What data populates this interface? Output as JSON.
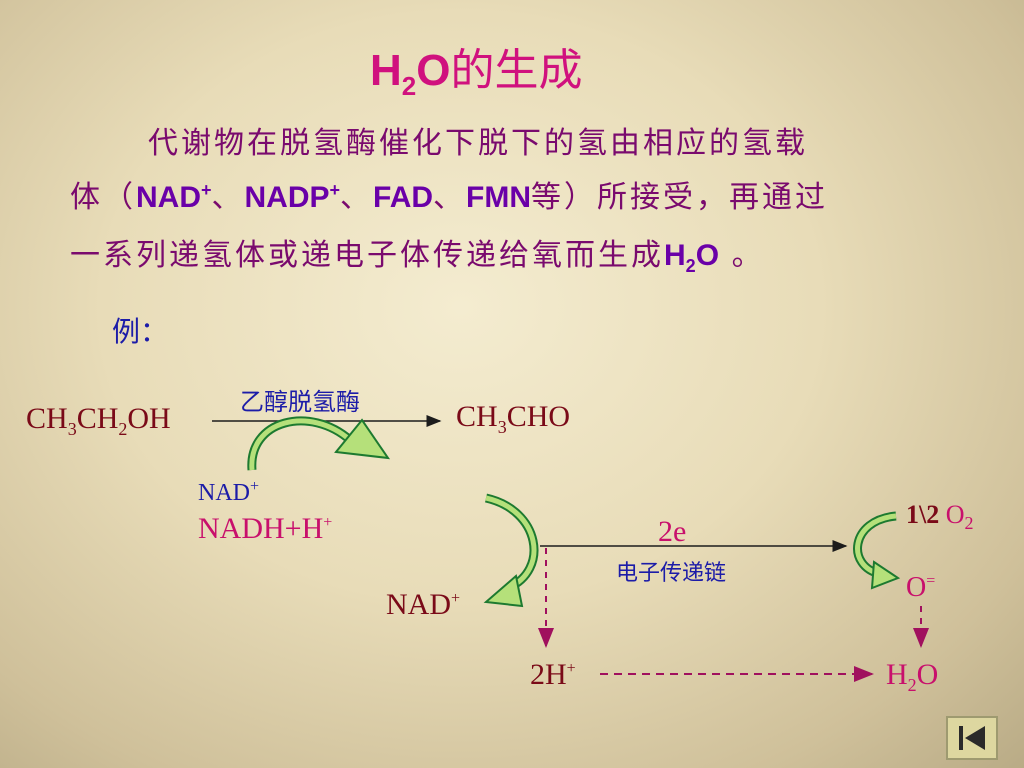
{
  "title": {
    "main": "H",
    "sub": "2",
    "o": "O",
    "rest": "的生成"
  },
  "paragraph": {
    "l1": "代谢物在脱氢酶催化下脱下的氢由相应的氢载",
    "l2_a": "体（",
    "nad": "NAD",
    "nad_sup": "+",
    "sep1": "、",
    "nadp": "NADP",
    "nadp_sup": "+",
    "sep2": "、",
    "fad": "FAD",
    "sep3": "、",
    "fmn": "FMN",
    "l2_b": "等）所接受，再通过",
    "l3_a": "一系列递氢体或递电子体传递给氧而生成",
    "l3_h": "H",
    "l3_sub": "2",
    "l3_o": "O",
    "l3_end": " 。"
  },
  "example_label": "例：",
  "reaction": {
    "ethanol": {
      "a": "CH",
      "s1": "3",
      "b": "CH",
      "s2": "2",
      "c": "OH"
    },
    "enzyme": "乙醇脱氢酶",
    "acetaldehyde": {
      "a": "CH",
      "s1": "3",
      "b": "CHO"
    },
    "nad_in": {
      "t": "NAD",
      "sup": "+"
    },
    "nadh": {
      "t": "NADH+H",
      "sup": "+"
    },
    "nad_out": {
      "t": "NAD",
      "sup": "+"
    },
    "electrons": "2e",
    "chain_label": "电子传递链",
    "half_o2": {
      "a": "1\\2",
      "o": "O",
      "sub": "2"
    },
    "o_ion": {
      "t": "O",
      "sup": "="
    },
    "protons": {
      "t": "2H",
      "sup": "+"
    },
    "water": {
      "h": "H",
      "sub": "2",
      "o": "O"
    }
  },
  "nav": {
    "icon": "first-slide-icon"
  }
}
